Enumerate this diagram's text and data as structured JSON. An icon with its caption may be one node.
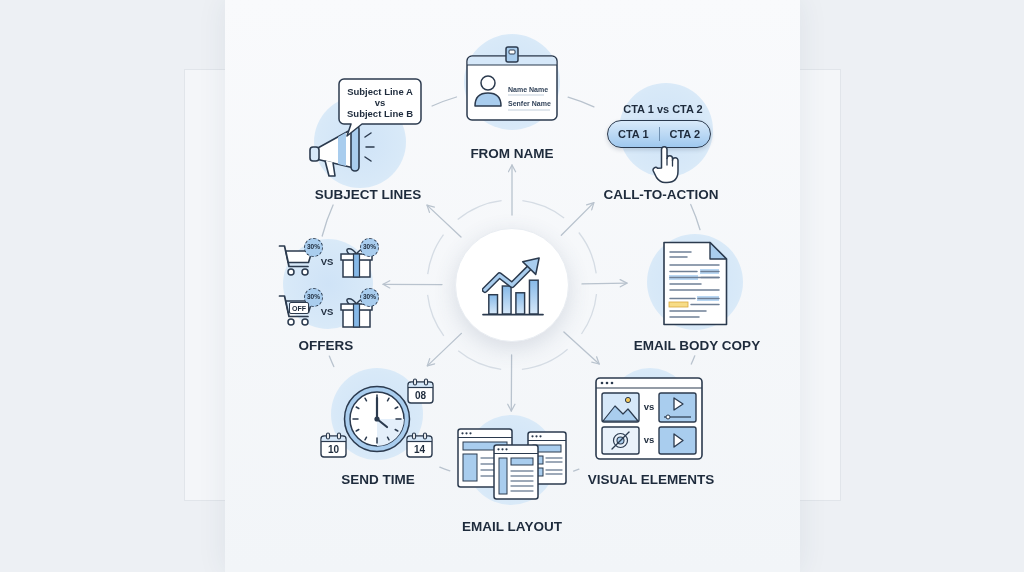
{
  "diagram": {
    "nodes": [
      {
        "text": [],
        "shape": "circle"
      },
      {
        "text": [
          "Name Name",
          "Senfer Name",
          "FROM NAME"
        ]
      },
      {
        "text": [
          "CTA 1 vs CTA 2",
          "CTA 1",
          "CTA 2",
          "CALL-TO-ACTION"
        ]
      },
      {
        "text": [
          "EMAIL BODY COPY"
        ]
      },
      {
        "text": [
          "vs",
          "vs",
          "VISUAL ELEMENTS"
        ]
      },
      {
        "text": [
          "EMAIL LAYOUT"
        ]
      },
      {
        "text": [
          "08",
          "10",
          "14",
          "SEND TIME"
        ]
      },
      {
        "text": [
          "30%",
          "VS",
          "30%",
          "30%",
          "OFF",
          "VS",
          "30%",
          "OFFERS"
        ]
      },
      {
        "text": [
          "Subject Line A",
          "vs",
          "Subject Line B",
          "SUBJECT LINES"
        ]
      }
    ],
    "edges": [
      {
        "from": 0,
        "to": 1,
        "arrow": "to"
      },
      {
        "from": 0,
        "to": 2,
        "arrow": "to"
      },
      {
        "from": 0,
        "to": 3,
        "arrow": "to"
      },
      {
        "from": 0,
        "to": 4,
        "arrow": "to"
      },
      {
        "from": 0,
        "to": 5,
        "arrow": "to"
      },
      {
        "from": 0,
        "to": 6,
        "arrow": "to"
      },
      {
        "from": 0,
        "to": 7,
        "arrow": "to"
      },
      {
        "from": 0,
        "to": 8,
        "arrow": "to"
      },
      {
        "from": 1,
        "to": 2,
        "arrow": "none"
      },
      {
        "from": 2,
        "to": 3,
        "arrow": "none"
      },
      {
        "from": 3,
        "to": 4,
        "arrow": "none"
      },
      {
        "from": 4,
        "to": 5,
        "arrow": "none"
      },
      {
        "from": 5,
        "to": 6,
        "arrow": "none"
      },
      {
        "from": 6,
        "to": 7,
        "arrow": "none"
      },
      {
        "from": 7,
        "to": 8,
        "arrow": "none"
      },
      {
        "from": 8,
        "to": 1,
        "arrow": "none"
      }
    ]
  }
}
